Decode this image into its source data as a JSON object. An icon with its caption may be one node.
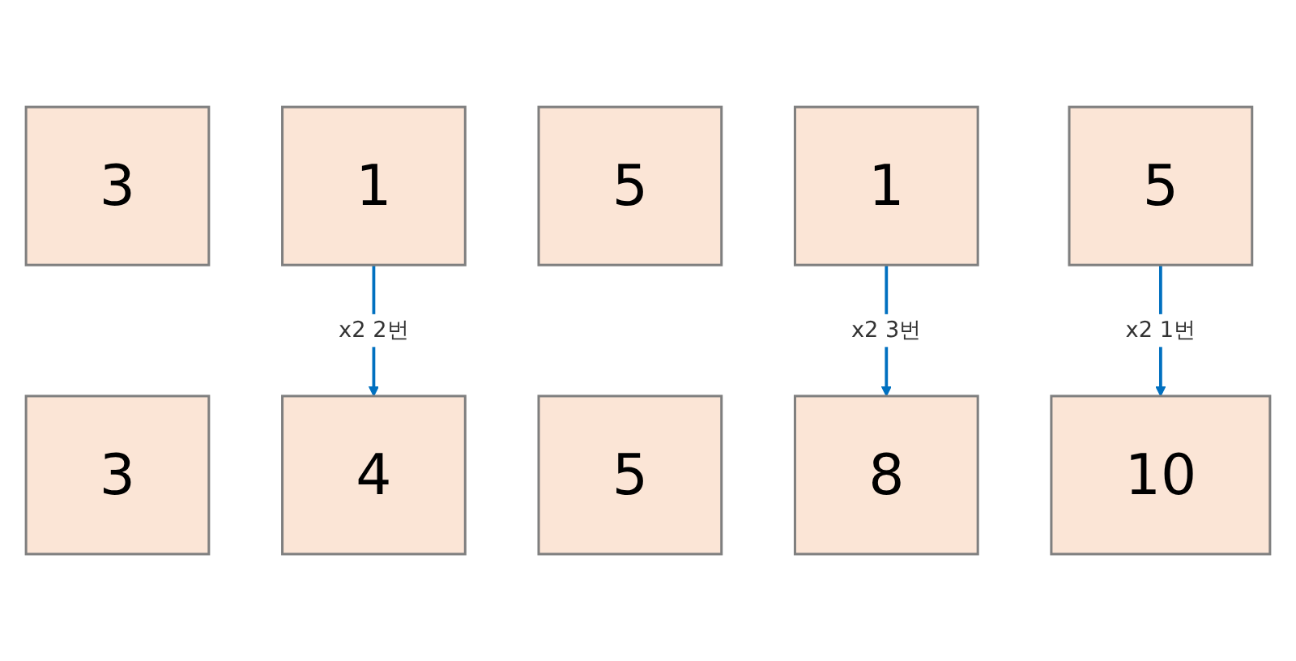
{
  "diagram": {
    "nodes": [
      {
        "text": [
          "3"
        ]
      },
      {
        "text": [
          "1"
        ]
      },
      {
        "text": [
          "5"
        ]
      },
      {
        "text": [
          "1"
        ]
      },
      {
        "text": [
          "5"
        ]
      },
      {
        "text": [
          "3"
        ]
      },
      {
        "text": [
          "4"
        ]
      },
      {
        "text": [
          "5"
        ]
      },
      {
        "text": [
          "8"
        ]
      },
      {
        "text": [
          "10"
        ]
      }
    ],
    "edges": [
      {
        "from": 1,
        "to": 6,
        "arrow": "to",
        "label": "x2 2번"
      },
      {
        "from": 3,
        "to": 8,
        "arrow": "to",
        "label": "x2 3번"
      },
      {
        "from": 4,
        "to": 9,
        "arrow": "to",
        "label": "x2 1번"
      }
    ]
  }
}
